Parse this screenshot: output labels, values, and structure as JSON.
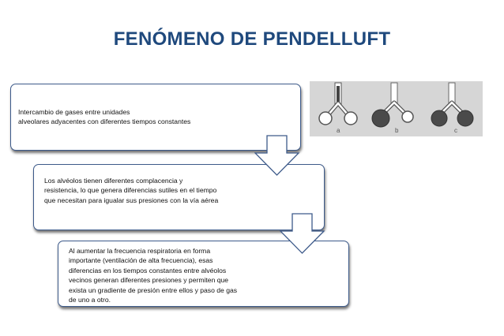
{
  "title": "FENÓMENO DE PENDELLUFT",
  "boxes": [
    {
      "text": "Intercambio de gases entre unidades\nalveolares adyacentes con diferentes tiempos constantes"
    },
    {
      "text": "Los alvéolos tienen diferentes complacencia y\nresistencia, lo que genera diferencias sutiles en el tiempo\nque necesitan para igualar sus presiones con la vía aérea"
    },
    {
      "text": "Al aumentar la frecuencia respiratoria en forma\nimportante (ventilación de alta frecuencia), esas\ndiferencias en los tiempos constantes entre alvéolos\nvecinos generan diferentes presiones y permiten que\nexista un gradiente de presión entre ellos y paso de gas\nde uno a otro."
    }
  ],
  "figure": {
    "labels": [
      "a",
      "b",
      "c"
    ]
  }
}
